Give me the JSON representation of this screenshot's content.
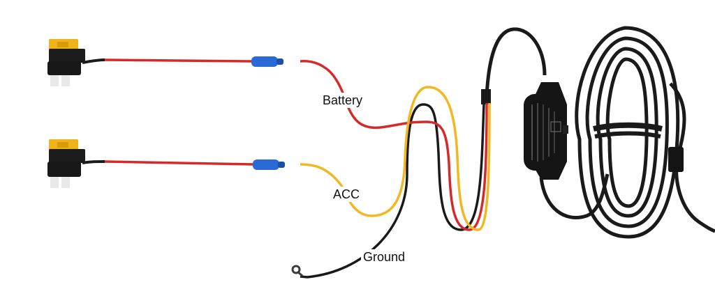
{
  "labels": {
    "battery": "Battery",
    "acc": "ACC",
    "ground": "Ground"
  },
  "colors": {
    "background": "#ffffff",
    "battery_wire": "#d42a2a",
    "acc_wire": "#f1b824",
    "ground_wire": "#1a1a1a",
    "fuse": "#f0b418",
    "fuse_holder": "#1c1c1c",
    "connector": "#2a6ad6",
    "module_body": "#141414"
  },
  "icons": {
    "fuse_tap": "add-a-fuse-tap-icon",
    "butt_connector": "butt-connector-icon",
    "ring_terminal": "ring-terminal-icon",
    "converter_module": "hardwire-converter-icon"
  }
}
